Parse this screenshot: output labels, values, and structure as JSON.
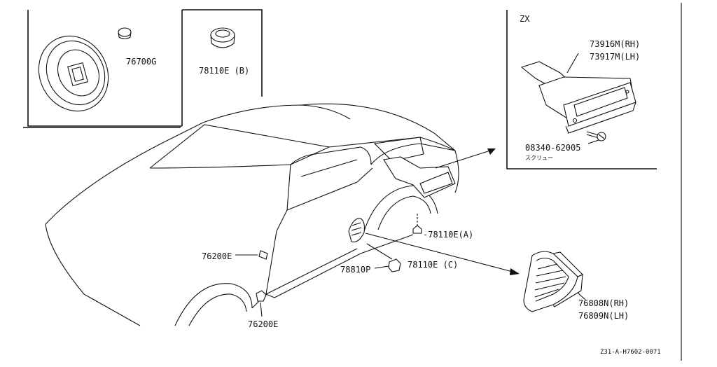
{
  "diagram": {
    "inset_left": {
      "parts": [
        {
          "id": "76700G",
          "label": "76700G"
        },
        {
          "id": "78110E_B",
          "label": "78110E (B)"
        }
      ]
    },
    "inset_right": {
      "variant": "ZX",
      "parts": [
        {
          "id": "duct",
          "label_rh": "73916M(RH)",
          "label_lh": "73917M(LH)"
        },
        {
          "id": "screw",
          "label": "08340-62005",
          "sublabel": "スクリュー"
        }
      ]
    },
    "callouts": [
      {
        "id": "78110E_A",
        "label": "-78110E(A)"
      },
      {
        "id": "76200E_upper",
        "label": "76200E"
      },
      {
        "id": "78810P",
        "label": "78810P"
      },
      {
        "id": "78110E_C",
        "label": "78110E (C)"
      },
      {
        "id": "76200E_lower",
        "label": "76200E"
      },
      {
        "id": "garnish_rh",
        "label": "76808N(RH)"
      },
      {
        "id": "garnish_lh",
        "label": "76809N(LH)"
      }
    ],
    "reference_code": "Z31-A-H7602-0071"
  }
}
